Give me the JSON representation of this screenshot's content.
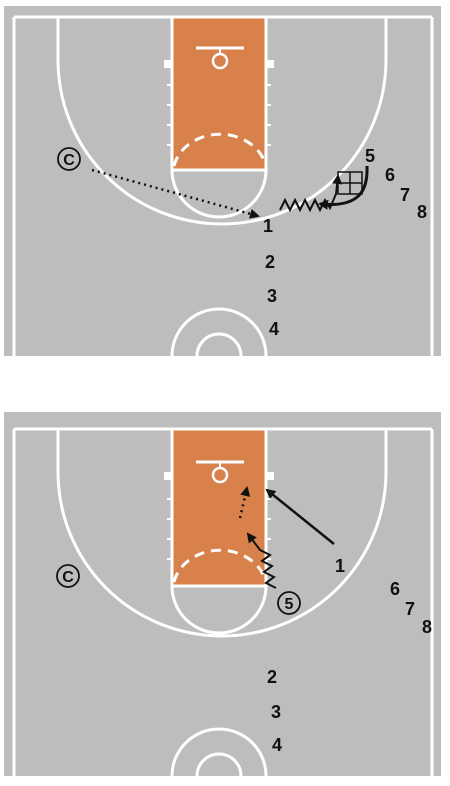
{
  "diagrams": [
    {
      "players": {
        "coach": "C",
        "p1": "1",
        "p2": "2",
        "p3": "3",
        "p4": "4",
        "p5": "5",
        "p6": "6",
        "p7": "7",
        "p8": "8"
      }
    },
    {
      "players": {
        "coach": "C",
        "p1": "1",
        "p2": "2",
        "p3": "3",
        "p4": "4",
        "p5": "5",
        "p6": "6",
        "p7": "7",
        "p8": "8"
      }
    }
  ],
  "colors": {
    "court": "#bdbdbd",
    "lines": "#ffffff",
    "paint": "#d8814b",
    "ink": "#111111"
  }
}
